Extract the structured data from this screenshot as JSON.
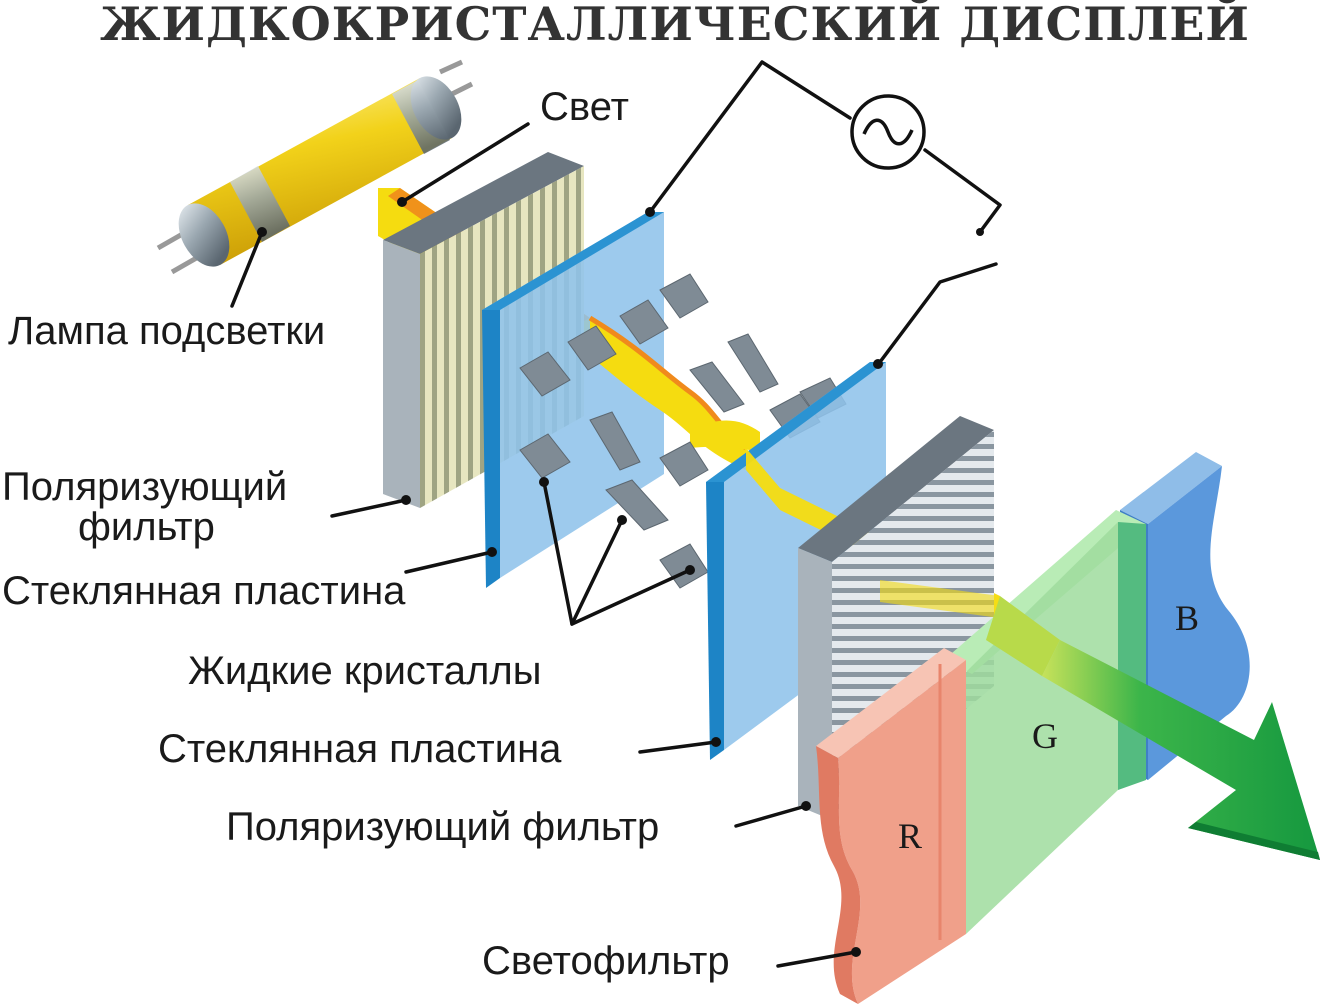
{
  "title": "ЖИДКОКРИСТАЛЛИЧЕСКИЙ ДИСПЛЕЙ",
  "labels": {
    "light": "Свет",
    "lamp": "Лампа подсветки",
    "polarizer1_line1": "Поляризующий",
    "polarizer1_line2": "фильтр",
    "glass1": "Стеклянная пластина",
    "crystals": "Жидкие кристаллы",
    "glass2": "Стеклянная пластина",
    "polarizer2": "Поляризующий фильтр",
    "color_filter": "Светофильтр"
  },
  "channels": {
    "r": "R",
    "g": "G",
    "b": "B"
  },
  "colors": {
    "lamp": "#f2d21a",
    "light_beam": "#f5dc10",
    "glass": "#8fc3ea",
    "glass_edge": "#1d84c6",
    "polarizer": "#9aa4ad",
    "filter_red": "#f0a08a",
    "filter_green": "#9fdc9e",
    "filter_blue": "#5b98dc",
    "arrow": "#1fa84a"
  },
  "icons": {
    "ac_source": "ac-source-icon"
  }
}
